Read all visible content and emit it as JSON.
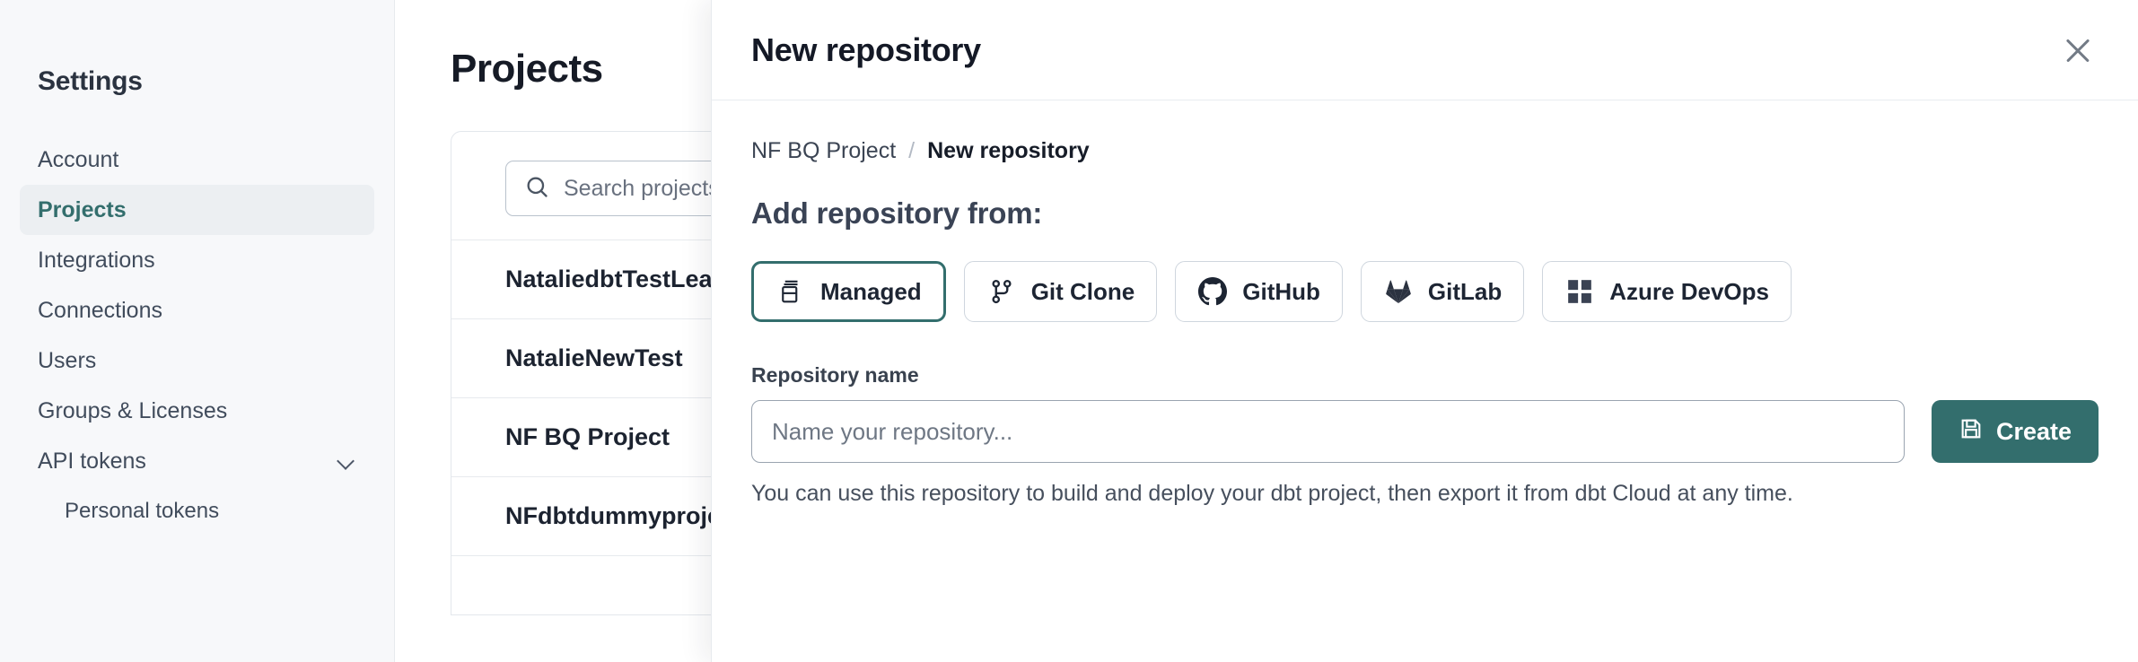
{
  "sidebar": {
    "title": "Settings",
    "items": [
      {
        "label": "Account",
        "active": false,
        "sub": false,
        "icon": null
      },
      {
        "label": "Projects",
        "active": true,
        "sub": false,
        "icon": null
      },
      {
        "label": "Integrations",
        "active": false,
        "sub": false,
        "icon": null
      },
      {
        "label": "Connections",
        "active": false,
        "sub": false,
        "icon": null
      },
      {
        "label": "Users",
        "active": false,
        "sub": false,
        "icon": null
      },
      {
        "label": "Groups & Licenses",
        "active": false,
        "sub": false,
        "icon": null
      },
      {
        "label": "API tokens",
        "active": false,
        "sub": false,
        "icon": "chevron-down-icon"
      },
      {
        "label": "Personal tokens",
        "active": false,
        "sub": true,
        "icon": null
      }
    ]
  },
  "page": {
    "title": "Projects",
    "search": {
      "placeholder": "Search projects by na",
      "icon": "search-icon"
    },
    "projects": [
      "NataliedbtTestLearn T",
      "NatalieNewTest",
      "NF BQ Project",
      "NFdbtdummyproject"
    ]
  },
  "modal": {
    "title": "New repository",
    "close_icon": "close-icon",
    "breadcrumb": {
      "parent": "NF BQ Project",
      "separator": "/",
      "current": "New repository"
    },
    "section_heading": "Add repository from:",
    "sources": [
      {
        "label": "Managed",
        "icon": "managed-repo-icon",
        "selected": true
      },
      {
        "label": "Git Clone",
        "icon": "git-branch-icon",
        "selected": false
      },
      {
        "label": "GitHub",
        "icon": "github-icon",
        "selected": false
      },
      {
        "label": "GitLab",
        "icon": "gitlab-icon",
        "selected": false
      },
      {
        "label": "Azure DevOps",
        "icon": "azure-devops-icon",
        "selected": false
      }
    ],
    "repository_name": {
      "label": "Repository name",
      "value": "",
      "placeholder": "Name your repository..."
    },
    "create_button": {
      "label": "Create",
      "icon": "save-icon"
    },
    "helper_text": "You can use this repository to build and deploy your dbt project, then export it from dbt Cloud at any time."
  },
  "colors": {
    "accent_teal": "#336e6d",
    "text_dark": "#161b26",
    "border": "#e7eaee"
  }
}
